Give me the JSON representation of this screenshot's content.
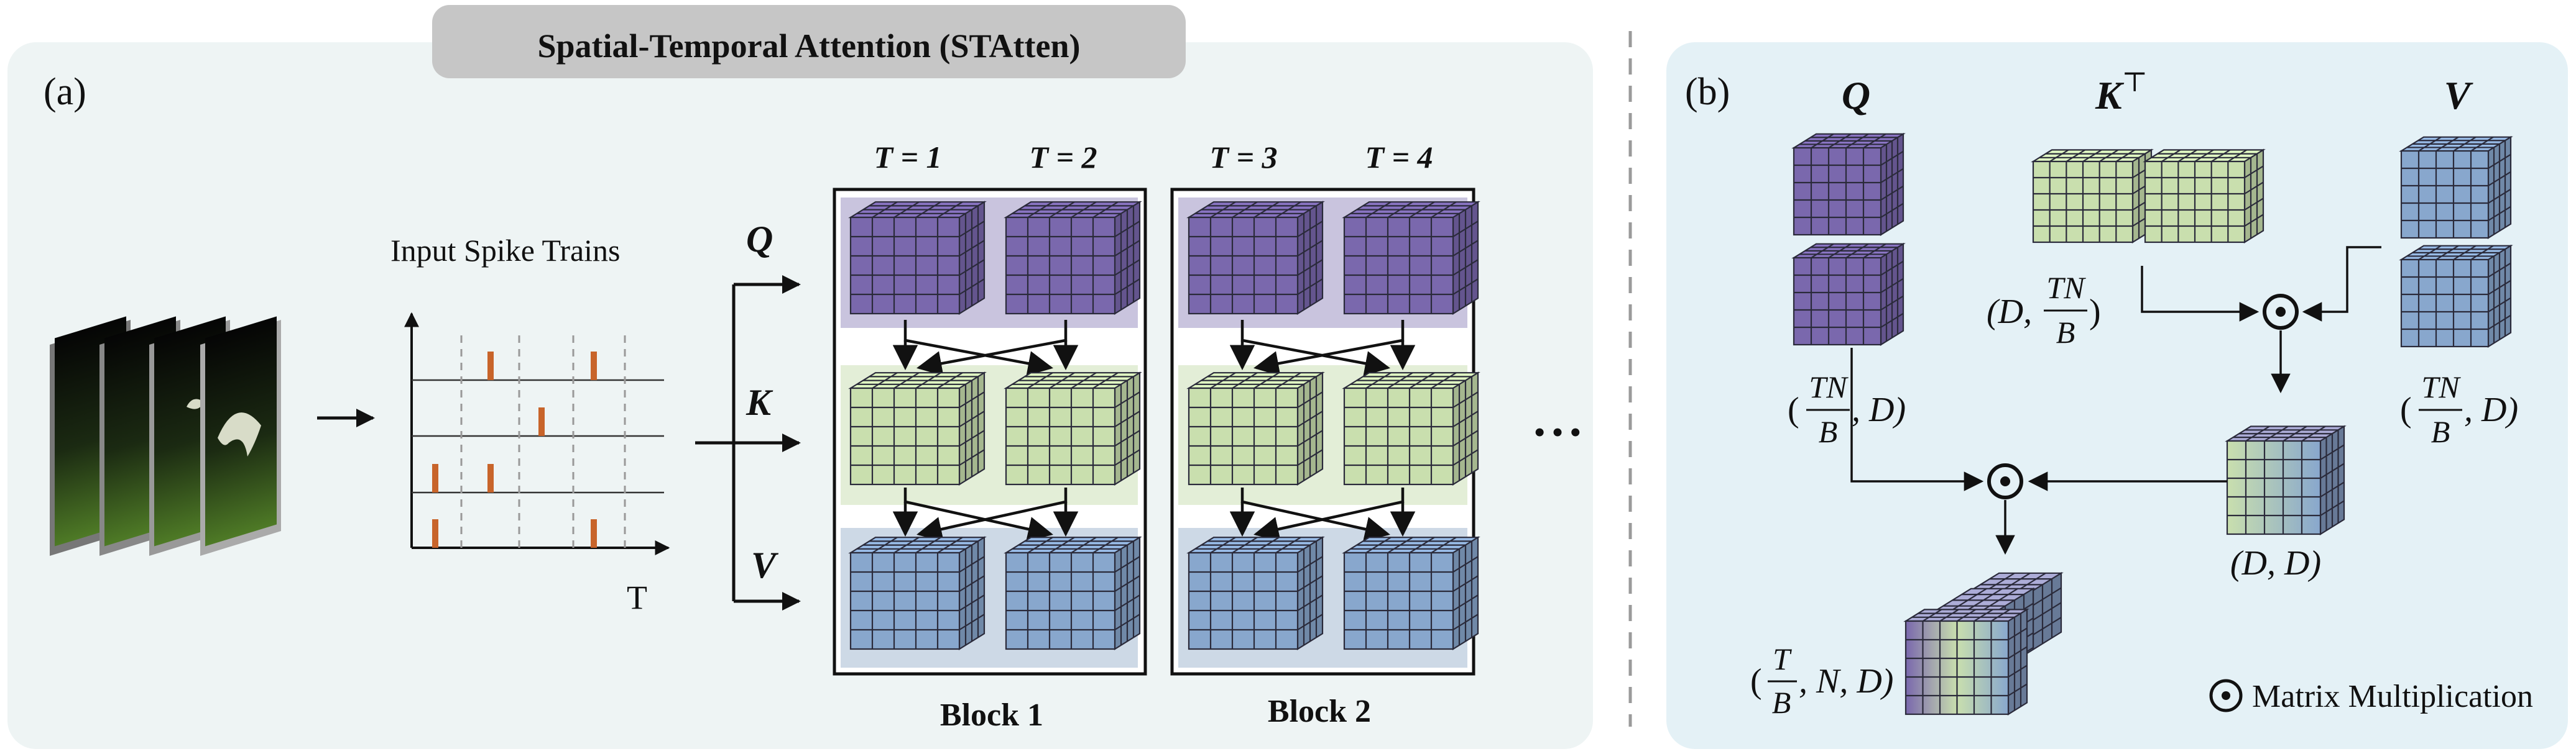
{
  "title": "Spatial-Temporal Attention (STAtten)",
  "panel_a": {
    "label": "(a)",
    "input_label": "Input Spike Trains",
    "axis_t": "T",
    "qkv": {
      "q": "Q",
      "k": "K",
      "v": "V"
    },
    "time_labels": [
      "T = 1",
      "T = 2",
      "T = 3",
      "T = 4"
    ],
    "blocks": [
      "Block 1",
      "Block 2"
    ],
    "ellipsis": "• • •"
  },
  "panel_b": {
    "label": "(b)",
    "q": "Q",
    "k": "K",
    "k_sup": "⊤",
    "v": "V",
    "q_dim": {
      "open": "(",
      "num": "TN",
      "den": "B",
      "rest": ", D)"
    },
    "k_dim": {
      "open": "(D, ",
      "num": "TN",
      "den": "B",
      "rest": ")"
    },
    "v_dim": {
      "open": "(",
      "num": "TN",
      "den": "B",
      "rest": ", D)"
    },
    "kv_dim": "(D, D)",
    "out_dim": {
      "open": "(",
      "num": "T",
      "den": "B",
      "rest": ", N, D)"
    },
    "legend": "Matrix Multiplication"
  },
  "colors": {
    "q_cube": "#7a68ad",
    "k_cube": "#c9dfae",
    "v_cube": "#88a7cd",
    "spike": "#c8642a",
    "panel_bg_a": "#eef4f4",
    "panel_bg_b": "#e4f1f6",
    "title_bg": "#c6c6c6"
  }
}
